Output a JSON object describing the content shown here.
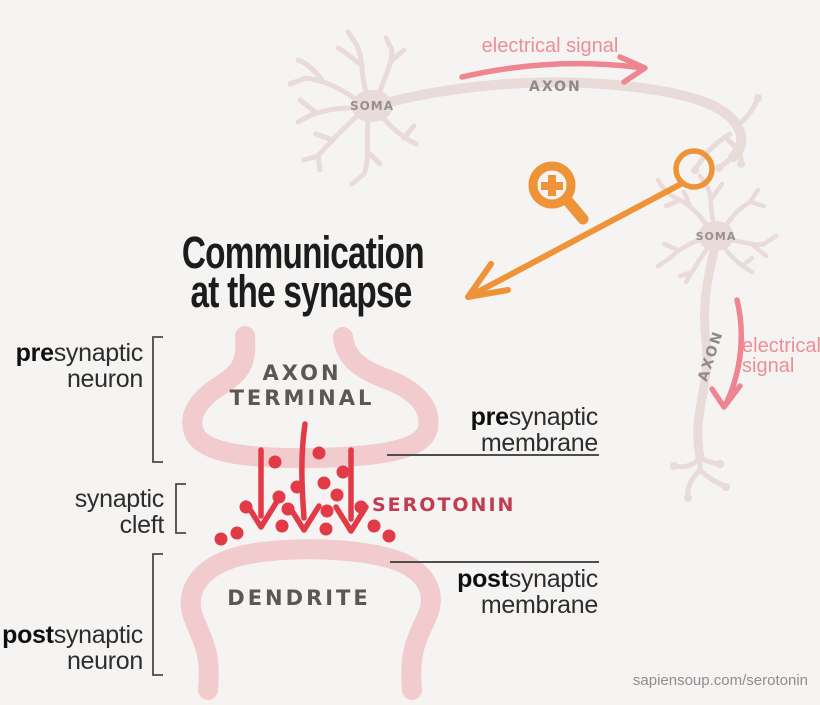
{
  "title": {
    "line1": "Communication",
    "line2": "at the synapse"
  },
  "top_neuron": {
    "soma_label": "SOMA",
    "axon_label": "AXON",
    "signal_label": "electrical signal"
  },
  "right_neuron": {
    "soma_label": "SOMA",
    "axon_label": "AXON",
    "signal_line1": "electrical",
    "signal_line2": "signal"
  },
  "side_labels": {
    "presynaptic_neuron": {
      "bold": "pre",
      "rest": "synaptic",
      "line2": "neuron"
    },
    "synaptic_cleft": {
      "line1": "synaptic",
      "line2": "cleft"
    },
    "postsynaptic_neuron": {
      "bold": "post",
      "rest": "synaptic",
      "line2": "neuron"
    },
    "presynaptic_membrane": {
      "bold": "pre",
      "rest": "synaptic",
      "line2": "membrane"
    },
    "postsynaptic_membrane": {
      "bold": "post",
      "rest": "synaptic",
      "line2": "membrane"
    }
  },
  "synapse": {
    "axon_terminal_line1": "AXON",
    "axon_terminal_line2": "TERMINAL",
    "dendrite_label": "DENDRITE",
    "serotonin_label": "SEROTONIN"
  },
  "icons": {
    "magnifier": "zoom-in-magnifier",
    "highlight_circle": "synapse-highlight-ring"
  },
  "footer": {
    "watermark": "sapiensoup.com/serotonin"
  },
  "colors": {
    "background": "#f5f4f2",
    "neuron": "#e8dbd9",
    "synapse_stroke": "#f1cbce",
    "red": "#e23a47",
    "serotonin_text": "#c23b4e",
    "orange": "#ef9338",
    "pink": "#ee8591",
    "line_dark": "#4d4d4d",
    "title_text": "#1c1c1c",
    "comic_text": "#5e5555",
    "watermark_text": "#8f8d8d"
  }
}
